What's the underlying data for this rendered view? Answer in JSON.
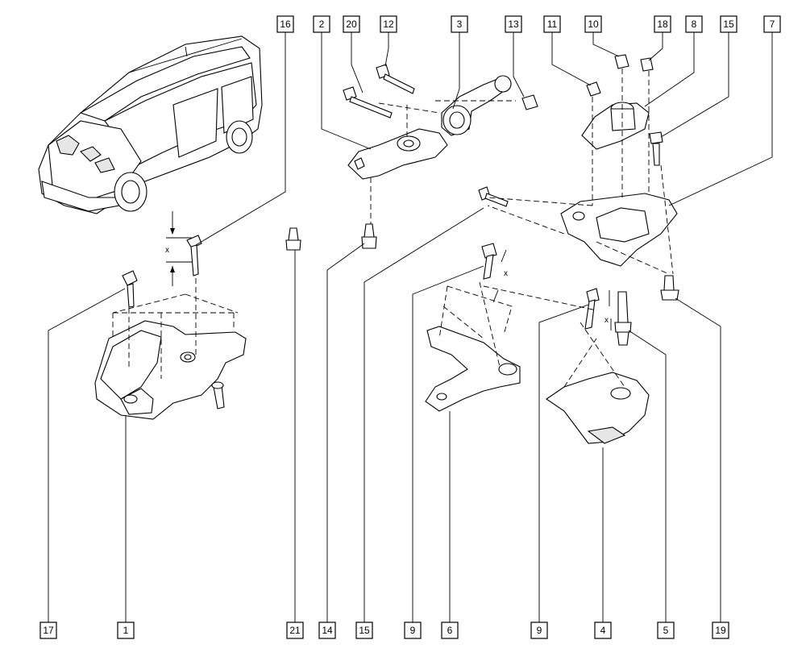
{
  "callouts": [
    {
      "id": "c16t",
      "label": "16"
    },
    {
      "id": "c2t",
      "label": "2"
    },
    {
      "id": "c20t",
      "label": "20"
    },
    {
      "id": "c12t",
      "label": "12"
    },
    {
      "id": "c3t",
      "label": "3"
    },
    {
      "id": "c13t",
      "label": "13"
    },
    {
      "id": "c11t",
      "label": "11"
    },
    {
      "id": "c10t",
      "label": "10"
    },
    {
      "id": "c18t",
      "label": "18"
    },
    {
      "id": "c8t",
      "label": "8"
    },
    {
      "id": "c15t",
      "label": "15"
    },
    {
      "id": "c7t",
      "label": "7"
    },
    {
      "id": "c17b",
      "label": "17"
    },
    {
      "id": "c1b",
      "label": "1"
    },
    {
      "id": "c21b",
      "label": "21"
    },
    {
      "id": "c14b",
      "label": "14"
    },
    {
      "id": "c15b",
      "label": "15"
    },
    {
      "id": "c9b",
      "label": "9"
    },
    {
      "id": "c6b",
      "label": "6"
    },
    {
      "id": "c9b2",
      "label": "9"
    },
    {
      "id": "c4b",
      "label": "4"
    },
    {
      "id": "c5b",
      "label": "5"
    },
    {
      "id": "c19b",
      "label": "19"
    }
  ],
  "dimension_labels": {
    "left": "x",
    "mid": "x",
    "right": "x"
  },
  "colors": {
    "line": "#000000",
    "background": "#ffffff",
    "shade": "#e6e6e6"
  }
}
